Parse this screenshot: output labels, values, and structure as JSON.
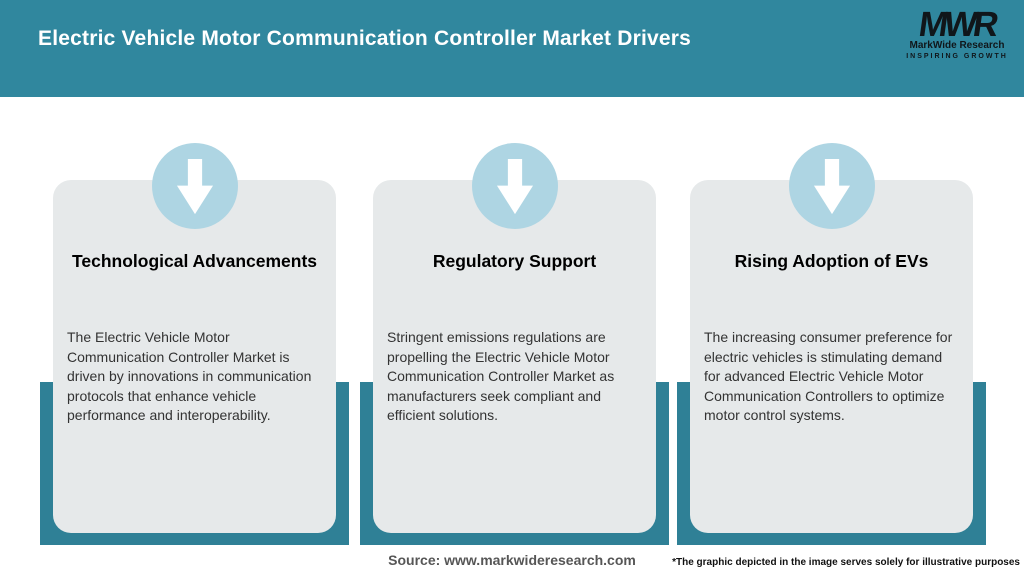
{
  "header": {
    "title": "Electric Vehicle Motor Communication Controller Market Drivers",
    "logo": {
      "acronym": "MWR",
      "name": "MarkWide Research",
      "tagline": "INSPIRING GROWTH"
    }
  },
  "cards": [
    {
      "title": "Technological Advancements",
      "description": "The Electric Vehicle Motor Communication Controller Market is driven by innovations in communication protocols that enhance vehicle performance and interoperability."
    },
    {
      "title": "Regulatory Support",
      "description": "Stringent emissions regulations are propelling the Electric Vehicle Motor Communication Controller Market as manufacturers seek compliant and efficient solutions."
    },
    {
      "title": "Rising Adoption of EVs",
      "description": "The increasing consumer preference for electric vehicles is stimulating demand for advanced Electric Vehicle Motor Communication Controllers to optimize motor control systems."
    }
  ],
  "footer": {
    "source": "Source: www.markwideresearch.com",
    "disclaimer": "*The graphic depicted in the image serves solely for illustrative purposes"
  },
  "icons": {
    "card_icon": "down-arrow-icon"
  },
  "colors": {
    "header_teal": "#30879E",
    "band_teal": "#2F8096",
    "circle_blue": "#AED5E3",
    "card_background": "#E6E9EA",
    "title_text": "#ffffff",
    "body_text": "#333333"
  }
}
